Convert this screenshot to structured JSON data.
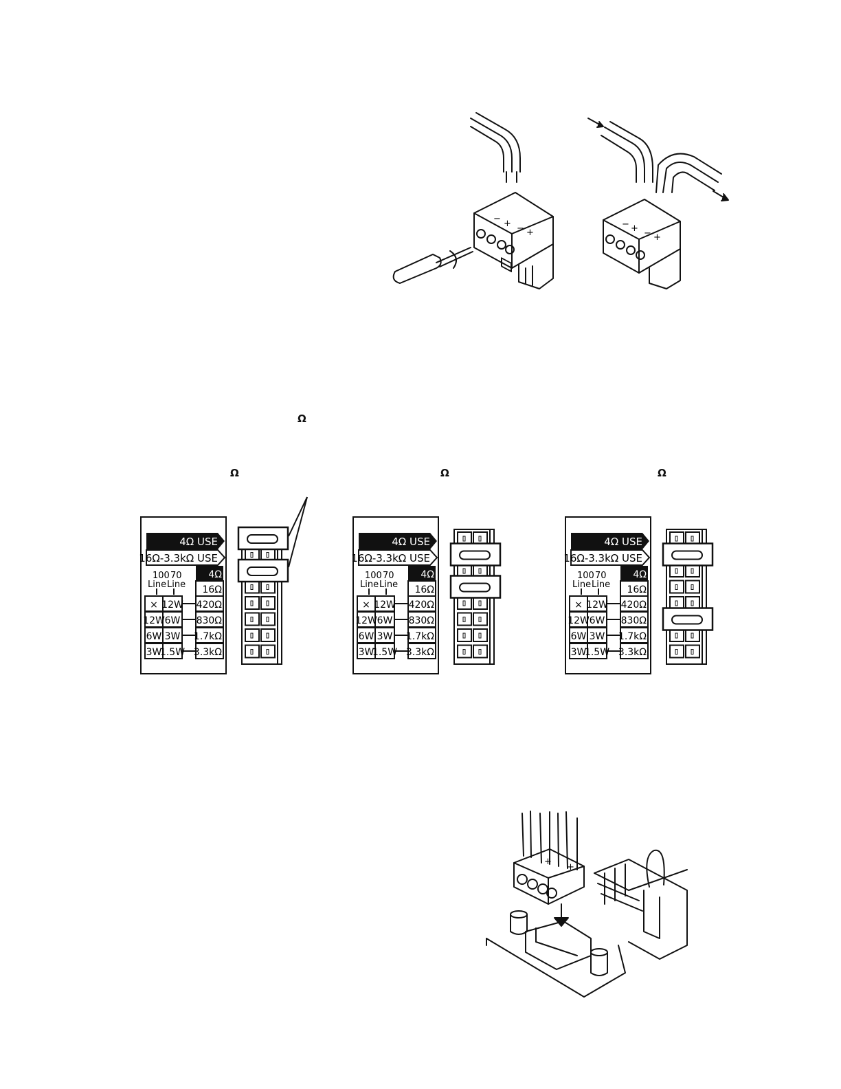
{
  "omega_marks": {
    "main": "Ω",
    "panel_a": "Ω",
    "panel_b": "Ω",
    "panel_c": "Ω"
  },
  "connector": {
    "terminal_signs": [
      "−",
      "+",
      "−",
      "+"
    ]
  },
  "setting_label": {
    "row_4ohm_use": "4Ω USE",
    "row_hi_use": "16Ω-3.3kΩ USE",
    "col_100": "100",
    "col_70": "70",
    "line": "Line",
    "imp_4": "4Ω",
    "imp_16": "16Ω",
    "rows": [
      {
        "w100": "×",
        "w70": "12W",
        "imp": "420Ω"
      },
      {
        "w100": "12W",
        "w70": "6W",
        "imp": "830Ω"
      },
      {
        "w100": "6W",
        "w70": "3W",
        "imp": "1.7kΩ"
      },
      {
        "w100": "3W",
        "w70": "1.5W",
        "imp": "3.3kΩ"
      }
    ]
  },
  "jumper_panels": [
    {
      "id": "a",
      "jumpers_at_rows": [
        0,
        2
      ]
    },
    {
      "id": "b",
      "jumpers_at_rows": [
        1,
        3
      ]
    },
    {
      "id": "c",
      "jumpers_at_rows": [
        1,
        5
      ]
    }
  ]
}
